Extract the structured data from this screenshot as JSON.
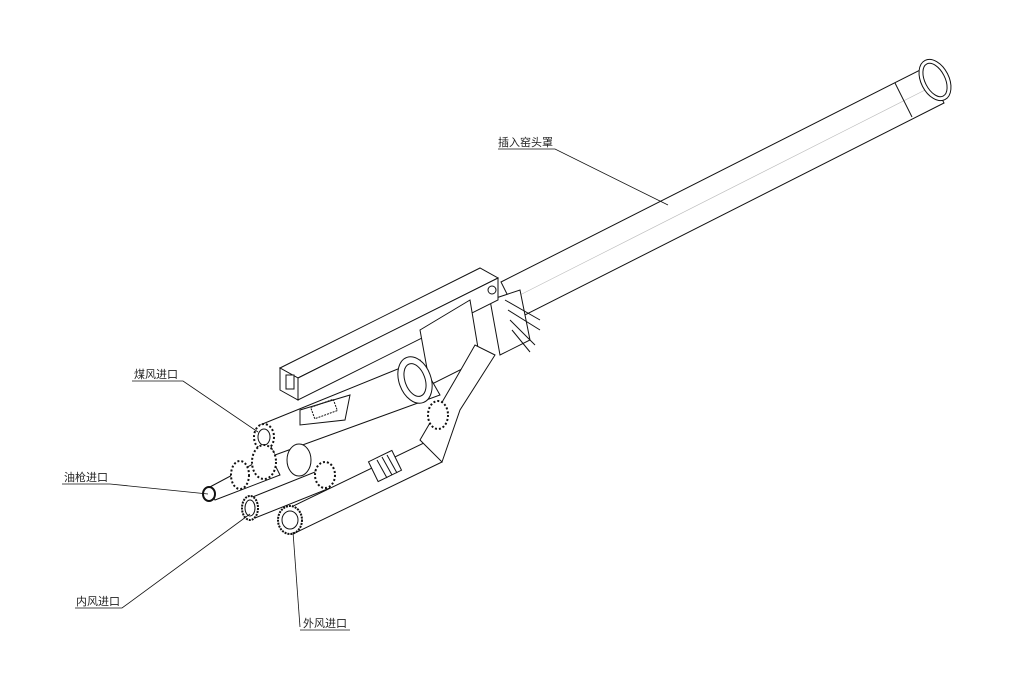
{
  "labels": {
    "kiln_hood": "插入窑头罩",
    "coal_air_inlet": "煤风进口",
    "oil_gun_inlet": "油枪进口",
    "inner_air_inlet": "内风进口",
    "outer_air_inlet": "外风进口"
  }
}
